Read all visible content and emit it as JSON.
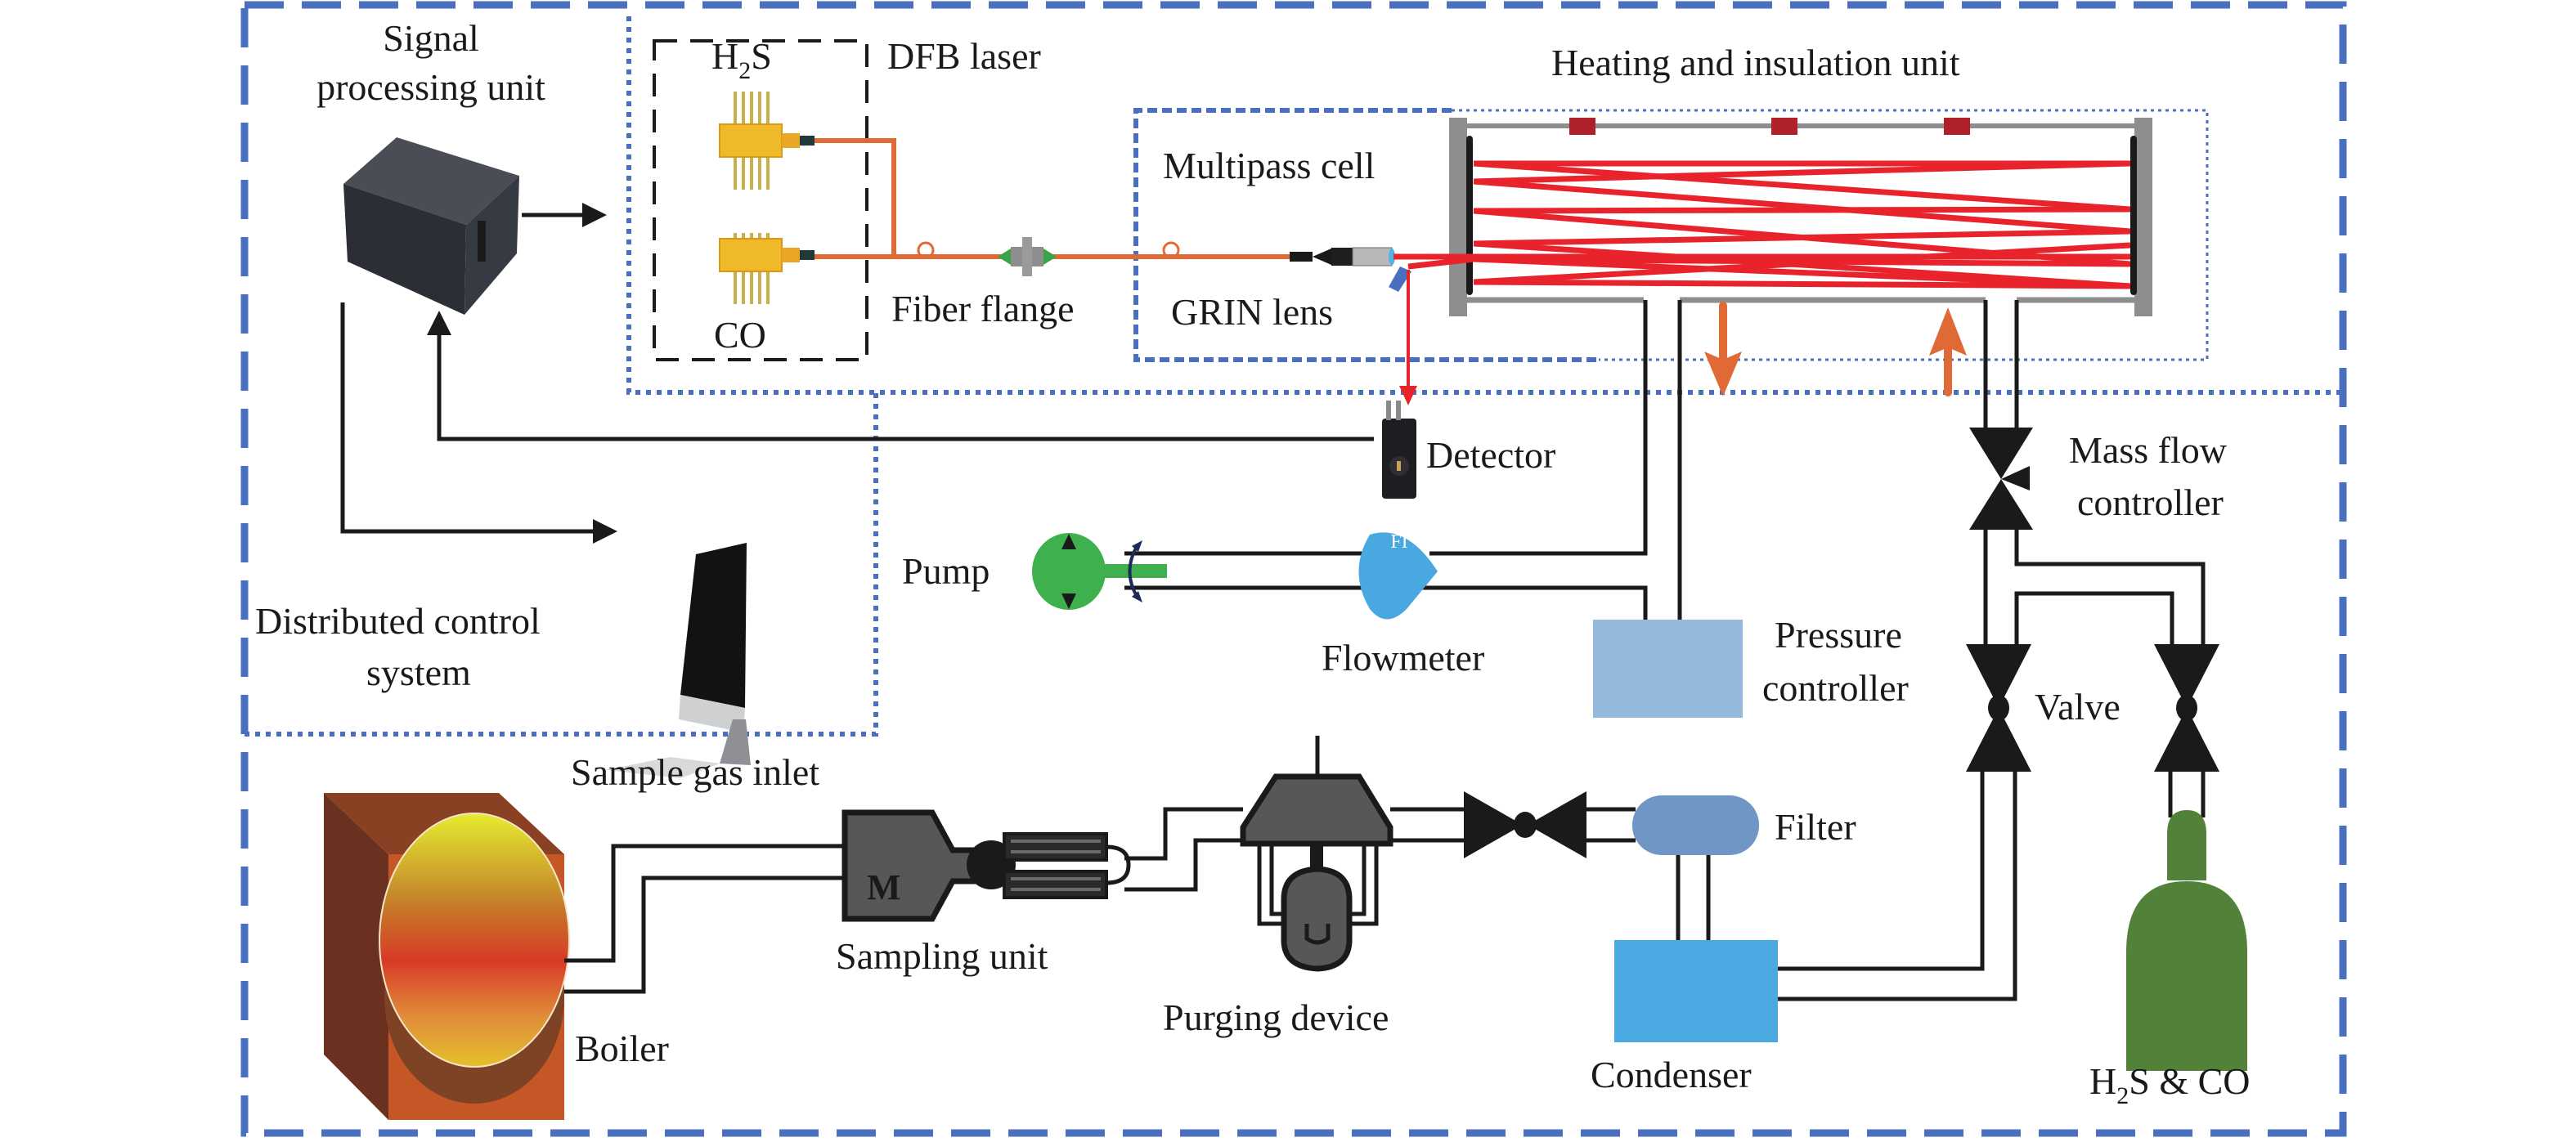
{
  "figure": {
    "title": "Heated multipass-cell TDLAS system for H2S and CO monitoring",
    "colors": {
      "frame_blue": "#4a6fbf",
      "fiber_orange": "#e06a35",
      "beam_red": "#e8232b",
      "pump_green": "#3eb04e",
      "flowmeter_blue": "#4aa8e0",
      "pressure_controller_blue": "#94b9dd",
      "condenser_blue": "#4aa9e0",
      "filter_blue": "#6f96c4",
      "cylinder_green": "#52823a",
      "boiler_orange": "#c55626",
      "laser_gold": "#f0b92a",
      "heater_crimson": "#b0202a",
      "mirror_gray": "#8e8e8e"
    }
  },
  "labels": {
    "signal_processing_line1": "Signal",
    "signal_processing_line2": "processing unit",
    "dfb_laser": "DFB laser",
    "laser_h2s_prefix": "H",
    "laser_h2s_sub": "2",
    "laser_h2s_suffix": "S",
    "laser_co": "CO",
    "fiber_flange": "Fiber flange",
    "grin_lens": "GRIN lens",
    "multipass_cell": "Multipass cell",
    "heating_unit": "Heating and insulation unit",
    "detector": "Detector",
    "mfc_line1": "Mass flow",
    "mfc_line2": "controller",
    "dcs_line1": "Distributed control",
    "dcs_line2": "system",
    "pump": "Pump",
    "flowmeter": "Flowmeter",
    "flowmeter_tag": "FI",
    "pressure_line1": "Pressure",
    "pressure_line2": "controller",
    "valve": "Valve",
    "sample_gas_inlet": "Sample gas inlet",
    "boiler": "Boiler",
    "sampling_unit": "Sampling unit",
    "sampling_motor_tag": "M",
    "purging_device": "Purging device",
    "filter": "Filter",
    "condenser": "Condenser",
    "cylinder_prefix": "H",
    "cylinder_sub": "2",
    "cylinder_suffix": "S & CO"
  },
  "components": [
    {
      "id": "signal-processing-unit",
      "label": "Signal processing unit"
    },
    {
      "id": "dfb-laser-h2s",
      "label": "H2S DFB laser"
    },
    {
      "id": "dfb-laser-co",
      "label": "CO DFB laser"
    },
    {
      "id": "fiber-flange",
      "label": "Fiber flange"
    },
    {
      "id": "grin-lens",
      "label": "GRIN lens"
    },
    {
      "id": "multipass-cell",
      "label": "Multipass cell"
    },
    {
      "id": "heating-unit",
      "label": "Heating and insulation unit"
    },
    {
      "id": "detector",
      "label": "Detector"
    },
    {
      "id": "distributed-control-system",
      "label": "Distributed control system"
    },
    {
      "id": "pump",
      "label": "Pump"
    },
    {
      "id": "flowmeter",
      "label": "Flowmeter"
    },
    {
      "id": "pressure-controller",
      "label": "Pressure controller"
    },
    {
      "id": "mass-flow-controller",
      "label": "Mass flow controller"
    },
    {
      "id": "valve-sample",
      "label": "Valve"
    },
    {
      "id": "valve-calibration",
      "label": "Valve"
    },
    {
      "id": "boiler",
      "label": "Boiler"
    },
    {
      "id": "sampling-unit",
      "label": "Sampling unit"
    },
    {
      "id": "purging-device",
      "label": "Purging device"
    },
    {
      "id": "filter",
      "label": "Filter"
    },
    {
      "id": "condenser",
      "label": "Condenser"
    },
    {
      "id": "gas-cylinder",
      "label": "H2S & CO"
    }
  ]
}
